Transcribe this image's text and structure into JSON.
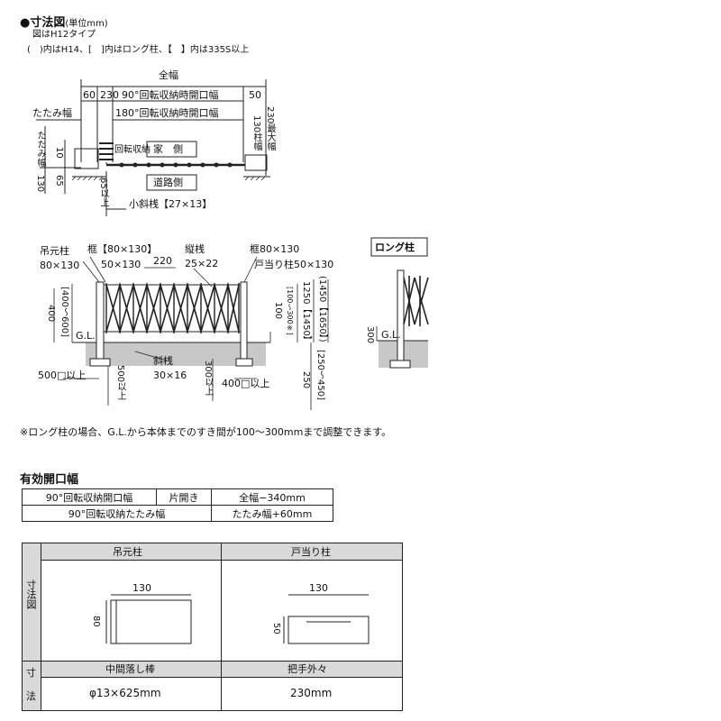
{
  "header": {
    "title": "●寸法図",
    "unit": "(単位mm)",
    "note1": "図はH12タイプ",
    "note2": "(　)内はH14、[　]内はロング柱、【　】内は335S以上"
  },
  "plan": {
    "overall_width": "全幅",
    "left_gap": "60",
    "dim_230": "230",
    "open90": "90°回転収納時開口幅",
    "right_gap": "50",
    "fold_width": "たたみ幅",
    "open180": "180°回転収納時開口幅",
    "fold_width_v": "たたみ幅",
    "dim_10": "10",
    "dim_130": "130",
    "dim_65": "65",
    "rotate_store": "回転収納",
    "house_side": "家　側",
    "road_side": "道路側",
    "post_130": "130柱幅",
    "max_230": "230最大幅",
    "min_65": "65以上",
    "small_brace": "小斜桟【27×13】"
  },
  "elevation": {
    "hang_post": "吊元柱",
    "hang_post_size": "80×130",
    "frame_label": "框【80×130】",
    "frame_size": "50×130",
    "dim_220": "220",
    "vertical_bar": "縦桟",
    "vertical_size": "25×22",
    "right_frame": "框80×130",
    "stop_post": "戸当り柱50×130",
    "dim_400": "400",
    "dim_400_range": "[400〜600]",
    "gl": "G.L.",
    "dim_100": "100",
    "dim_100_range": "[100〜300※]",
    "h_1250": "1250【1450】",
    "h_1450": "(1450【1650】)",
    "base_500": "500□以上",
    "depth_500": "500以上",
    "diag_bar": "斜桟",
    "diag_size": "30×16",
    "depth_300": "300以上",
    "base_400": "400□以上",
    "dim_250": "250",
    "dim_250_range": "[250〜450]"
  },
  "long_post": {
    "title": "ロング柱",
    "dim_300": "300",
    "gl": "G.L."
  },
  "footnote": "※ロング柱の場合、G.L.から本体までのすき間が100〜300mmまで調整できます。",
  "effective": {
    "title": "有効開口幅",
    "rows": [
      {
        "label": "90°回転収納開口幅",
        "sub": "片開き",
        "value": "全幅−340mm"
      },
      {
        "label": "90°回転収納たたみ幅",
        "value": "たたみ幅+60mm"
      }
    ]
  },
  "dims_table": {
    "side_label_top": "寸法図",
    "side_label_bottom_1": "寸",
    "side_label_bottom_2": "法",
    "col1": "吊元柱",
    "col2": "戸当り柱",
    "post1_w": "130",
    "post1_h": "80",
    "post2_w": "130",
    "post2_h": "50",
    "row2_col1": "中間落し棒",
    "row2_col2": "把手外々",
    "val1": "φ13×625mm",
    "val2": "230mm"
  }
}
